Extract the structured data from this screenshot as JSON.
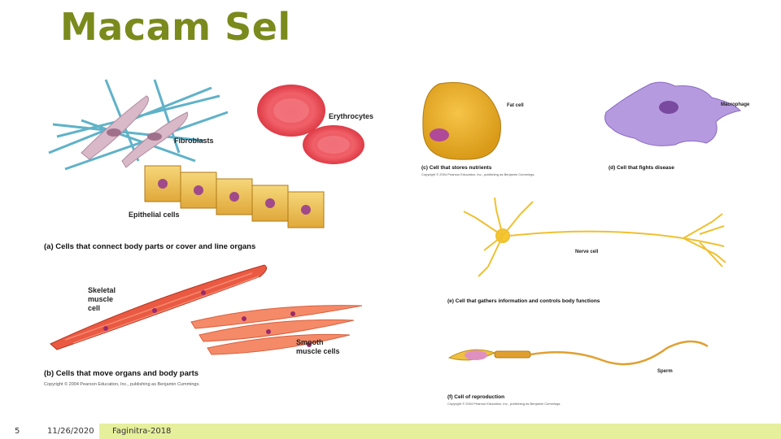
{
  "slide": {
    "title": "Macam Sel",
    "number": "5",
    "date": "11/26/2020",
    "author": "Faginitra-2018",
    "accent_color": "#7a8a1c",
    "footer_bar_color": "#e6ef9c"
  },
  "figure": {
    "labels": {
      "fibroblasts": "Fibroblasts",
      "erythrocytes": "Erythrocytes",
      "epithelial": "Epithelial cells",
      "skeletal_1": "Skeletal",
      "skeletal_2": "muscle",
      "skeletal_3": "cell",
      "smooth_1": "Smooth",
      "smooth_2": "muscle cells",
      "fat": "Fat cell",
      "macrophage": "Macrophage",
      "nerve": "Nerve cell",
      "sperm": "Sperm"
    },
    "captions": {
      "a": "(a) Cells that connect body parts or cover and line organs",
      "b": "(b) Cells that move organs and body parts",
      "c": "(c) Cell that stores nutrients",
      "d": "(d) Cell that fights disease",
      "e": "(e) Cell that gathers information and controls body functions",
      "f": "(f) Cell of reproduction"
    },
    "copyright": {
      "left": "Copyright © 2004 Pearson Education, Inc., publishing as Benjamin Cummings.",
      "c": "Copyright © 2004 Pearson Education, Inc., publishing as Benjamin Cummings.",
      "f": "Copyright © 2004 Pearson Education, Inc., publishing as Benjamin Cummings."
    }
  }
}
